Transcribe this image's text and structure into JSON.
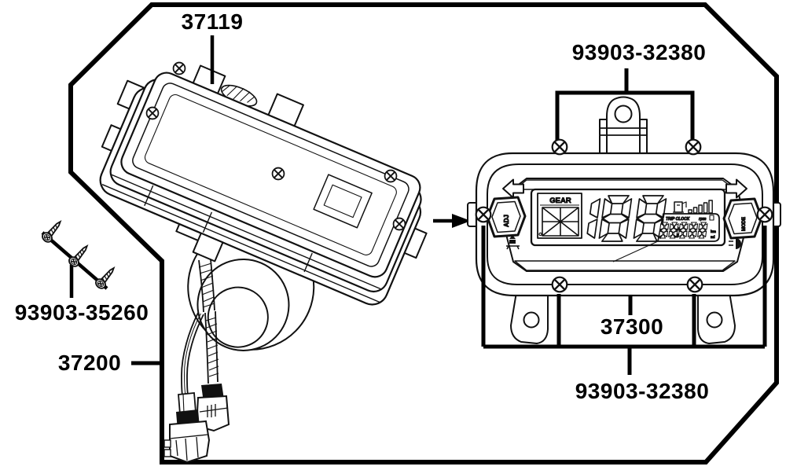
{
  "part_labels": {
    "cover": "37119",
    "screws_top": "93903-32380",
    "tapping_screws": "93903-35260",
    "meter_assembly": "37200",
    "meter": "37300",
    "screws_bottom": "93903-32380"
  },
  "meter_face": {
    "gear_label": "GEAR",
    "gear_display": "all-segments",
    "speed_value": "188",
    "speed_units": [
      "km/h",
      "MPH"
    ],
    "odo_header_left": "TRIP CLOCK",
    "odo_header_right": "rpm",
    "odo_value": "88888",
    "odo_units": [
      "km",
      "mi"
    ],
    "left_button_label": "ADJ",
    "right_button_label": "MODE",
    "fuel_bar_count": 5
  }
}
